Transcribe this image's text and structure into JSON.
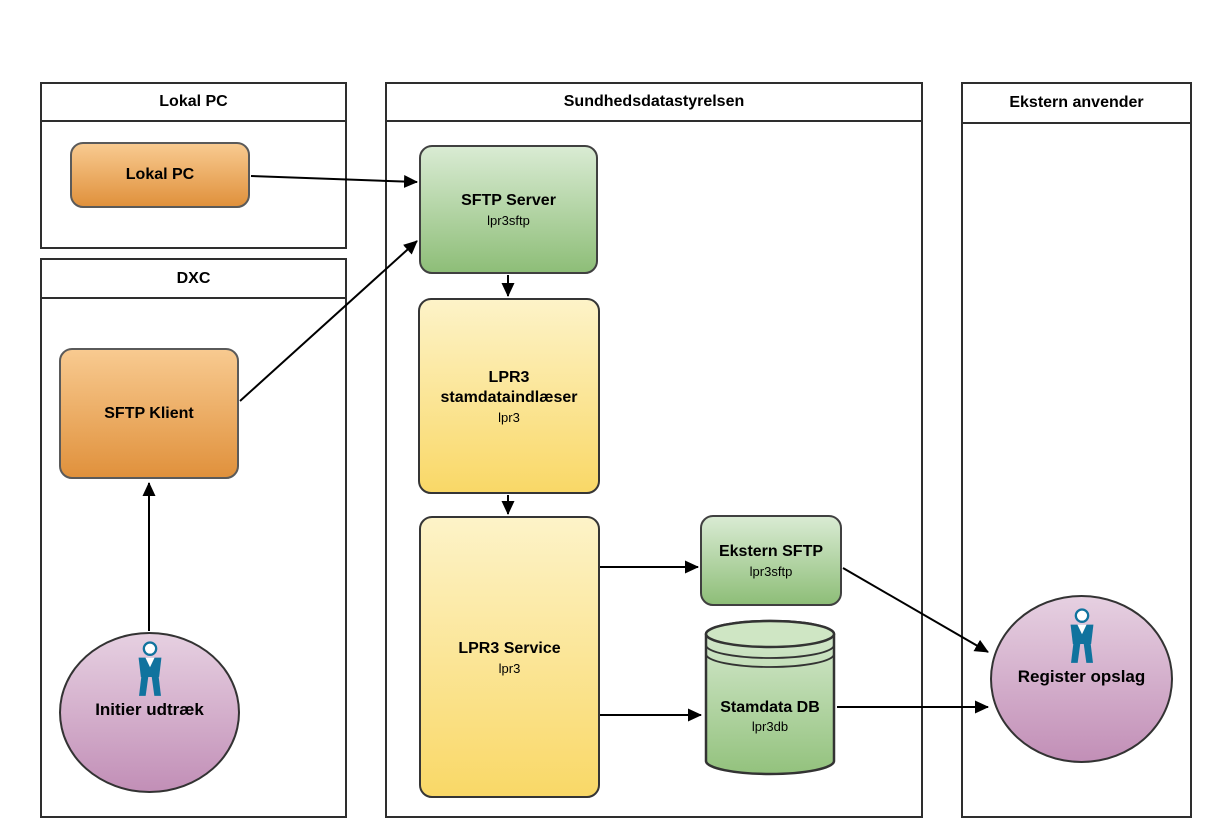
{
  "lanes": [
    {
      "title": "Lokal PC"
    },
    {
      "title": "DXC"
    },
    {
      "title": "Sundhedsdatastyrelsen"
    },
    {
      "title": "Ekstern anvender"
    }
  ],
  "nodes": {
    "lokal_pc": {
      "title": "Lokal PC"
    },
    "sftp_klient": {
      "title": "SFTP Klient"
    },
    "sftp_server": {
      "title": "SFTP Server",
      "subtitle": "lpr3sftp"
    },
    "lpr3_stamdataindlaeser": {
      "title": "LPR3 stamdataindlæser",
      "subtitle": "lpr3"
    },
    "lpr3_service": {
      "title": "LPR3 Service",
      "subtitle": "lpr3"
    },
    "ekstern_sftp": {
      "title": "Ekstern SFTP",
      "subtitle": "lpr3sftp"
    },
    "stamdata_db": {
      "title": "Stamdata DB",
      "subtitle": "lpr3db"
    },
    "initier_udtraek": {
      "title": "Initier udtræk"
    },
    "register_opslag": {
      "title": "Register opslag"
    }
  },
  "edges": [
    {
      "from": "Lokal PC",
      "to": "SFTP Server"
    },
    {
      "from": "SFTP Klient",
      "to": "SFTP Server"
    },
    {
      "from": "SFTP Server",
      "to": "LPR3 stamdataindlæser"
    },
    {
      "from": "LPR3 stamdataindlæser",
      "to": "LPR3 Service"
    },
    {
      "from": "LPR3 Service",
      "to": "Ekstern SFTP"
    },
    {
      "from": "LPR3 Service",
      "to": "Stamdata DB"
    },
    {
      "from": "Ekstern SFTP",
      "to": "Register opslag"
    },
    {
      "from": "Stamdata DB",
      "to": "Register opslag"
    },
    {
      "from": "Initier udtræk",
      "to": "SFTP Klient"
    }
  ],
  "colors": {
    "orange_top": "#f8ca90",
    "orange_bottom": "#e0913c",
    "green_top": "#d9ebd3",
    "green_bottom": "#8ebe78",
    "yellow_top": "#fdf3c8",
    "yellow_bottom": "#f9d867",
    "purple_top": "#e6d0e1",
    "purple_bottom": "#c28fb7",
    "actor_blue": "#10739e",
    "line": "#000000",
    "lane_border": "#2e2e2e"
  }
}
